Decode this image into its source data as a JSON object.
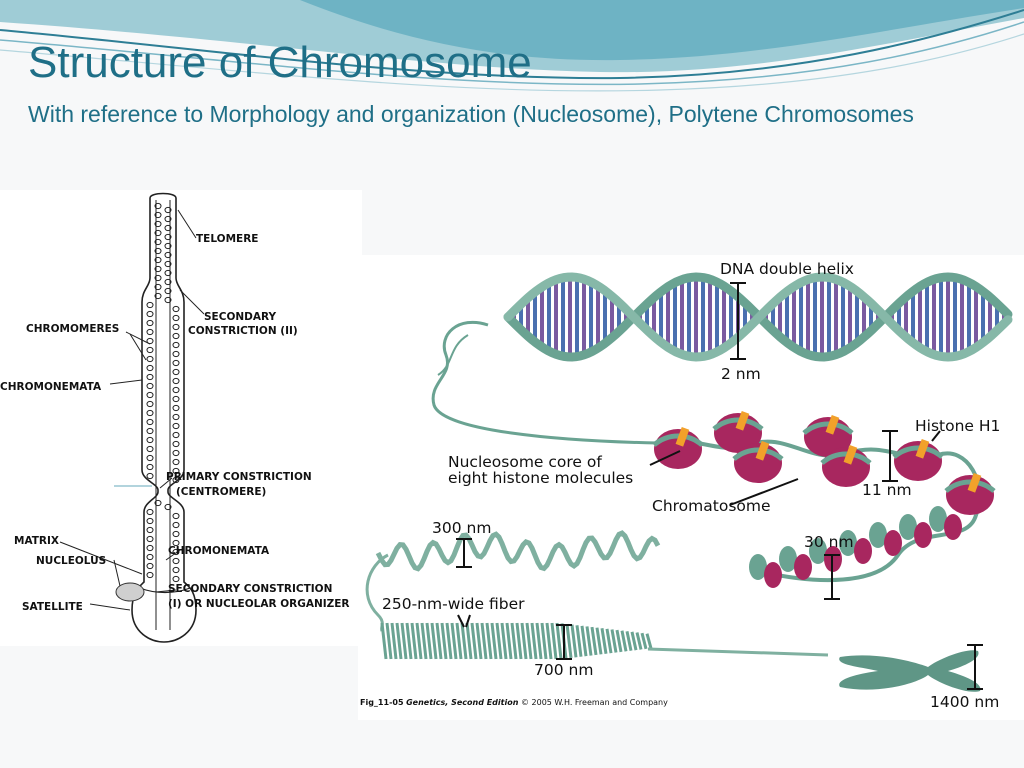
{
  "slide": {
    "title": "Structure of Chromosome",
    "subtitle": "With reference to Morphology and organization (Nucleosome), Polytene Chromosomes"
  },
  "left_diagram": {
    "labels": {
      "telomere": "TELOMERE",
      "secondary_constriction_ii_1": "SECONDARY",
      "secondary_constriction_ii_2": "CONSTRICTION (II)",
      "chromomeres": "CHROMOMERES",
      "chromonemata_left": "CHROMONEMATA",
      "primary_constriction_1": "PRIMARY CONSTRICTION",
      "primary_constriction_2": "(CENTROMERE)",
      "matrix": "MATRIX",
      "nucleolus": "NUCLEOLUS",
      "chromonemata_right": "CHROMONEMATA",
      "secondary_constriction_i_1": "SECONDARY CONSTRICTION",
      "secondary_constriction_i_2": "(I) OR NUCLEOLAR ORGANIZER",
      "satellite": "SATELLITE"
    }
  },
  "right_diagram": {
    "labels": {
      "dna_double_helix": "DNA double helix",
      "two_nm": "2 nm",
      "histone_h1": "Histone H1",
      "nucleosome_core_1": "Nucleosome core of",
      "nucleosome_core_2": "eight histone molecules",
      "eleven_nm": "11 nm",
      "chromatosome": "Chromatosome",
      "three_hundred_nm": "300 nm",
      "thirty_nm": "30 nm",
      "fiber_250": "250-nm-wide fiber",
      "seven_hundred_nm": "700 nm",
      "fourteen_hundred_nm": "1400 nm"
    },
    "caption": {
      "fig": "Fig_11-05",
      "book": "Genetics, Second Edition",
      "copyright": "© 2005 W.H. Freeman and Company"
    }
  },
  "colors": {
    "title": "#1f6f87",
    "helix_strand": "#6aa392",
    "base_blue": "#4a70b0",
    "base_purple": "#7a5aa0",
    "histone": "#a8275f",
    "h1": "#f2a12a"
  }
}
